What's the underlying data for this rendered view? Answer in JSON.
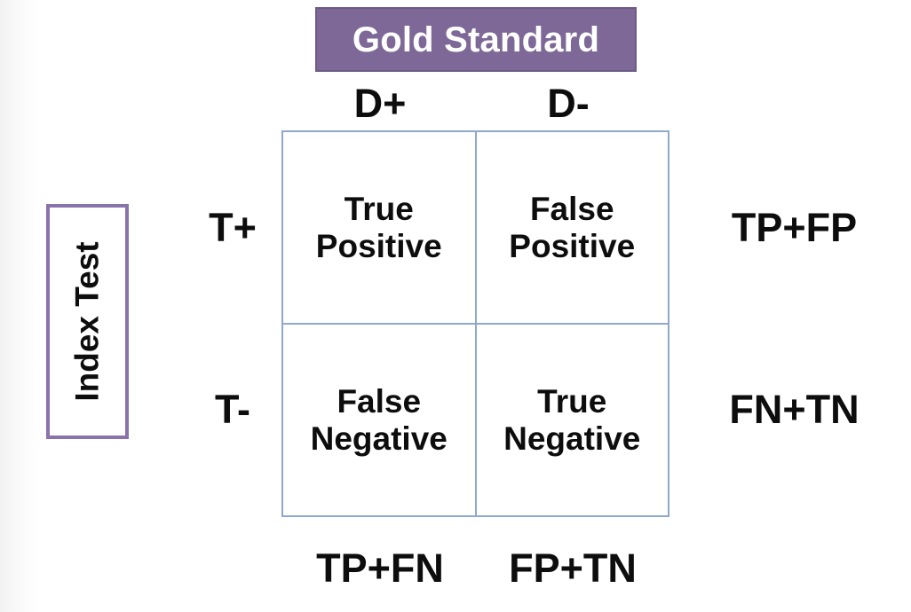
{
  "diagram": {
    "type": "2x2-contingency-table",
    "column_banner": {
      "label": "Gold Standard",
      "fill_color": "#7d6898",
      "border_color": "#6e5a87",
      "text_color": "#ffffff"
    },
    "row_banner": {
      "label": "Index Test",
      "fill_color": "#ffffff",
      "border_color": "#8a73ab",
      "text_color": "#0d0d0d",
      "orientation": "vertical-bottom-to-top"
    },
    "column_headers": [
      {
        "label": "D+"
      },
      {
        "label": "D-"
      }
    ],
    "row_headers": [
      {
        "label": "T+"
      },
      {
        "label": "T-"
      }
    ],
    "cells": [
      [
        {
          "label": "True\nPositive",
          "abbr": "TP"
        },
        {
          "label": "False\nPositive",
          "abbr": "FP"
        }
      ],
      [
        {
          "label": "False\nNegative",
          "abbr": "FN"
        },
        {
          "label": "True\nNegative",
          "abbr": "TN"
        }
      ]
    ],
    "row_totals": [
      {
        "label": "TP+FP"
      },
      {
        "label": "FN+TN"
      }
    ],
    "column_totals": [
      {
        "label": "TP+FN"
      },
      {
        "label": "FP+TN"
      }
    ],
    "table_border_color": "#8fa8cc",
    "background_color": "#ffffff"
  }
}
